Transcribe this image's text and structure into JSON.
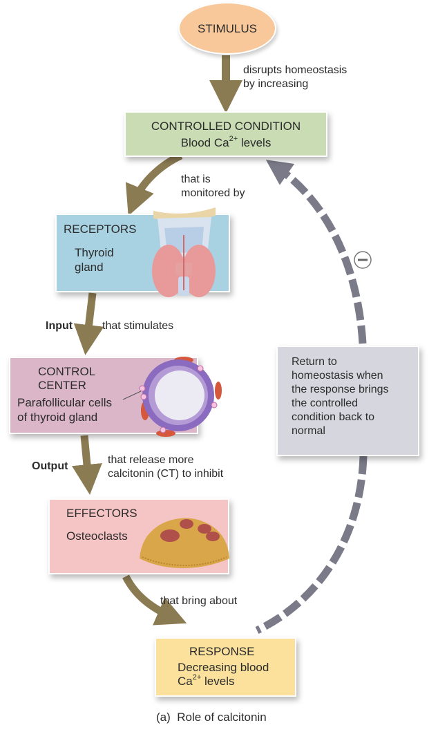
{
  "diagram": {
    "type": "negative-feedback-loop",
    "caption": "(a)  Role of calcitonin",
    "stimulus": {
      "label": "STIMULUS"
    },
    "stimulus_arrow_label": [
      "disrupts homeostasis",
      "by increasing"
    ],
    "controlled_condition": {
      "title": "CONTROLLED CONDITION",
      "detail_prefix": "Blood Ca",
      "detail_sup": "2+",
      "detail_suffix": " levels"
    },
    "monitor_label": [
      "that is",
      "monitored by"
    ],
    "receptors": {
      "title": "RECEPTORS",
      "detail": [
        "Thyroid",
        "gland"
      ],
      "illustration": "thyroid-gland"
    },
    "input_label": "Input",
    "input_text": "that stimulates",
    "control_center": {
      "title": [
        "CONTROL",
        "CENTER"
      ],
      "detail": [
        "Parafollicular cells",
        "of thyroid gland"
      ],
      "illustration": "thyroid-follicle"
    },
    "output_label": "Output",
    "output_text": [
      "that release more",
      "calcitonin (CT) to inhibit"
    ],
    "effectors": {
      "title": "EFFECTORS",
      "detail": "Osteoclasts",
      "illustration": "osteoclast"
    },
    "bring_label": "that bring about",
    "response": {
      "title": "RESPONSE",
      "detail_line1": "Decreasing blood",
      "detail_prefix": "Ca",
      "detail_sup": "2+",
      "detail_suffix": " levels"
    },
    "return_box": {
      "lines": [
        "Return to",
        "homeostasis when",
        "the response brings",
        "the controlled",
        "condition back to",
        "normal"
      ]
    },
    "feedback_sign": "−",
    "colors": {
      "stimulus": "#f8c89a",
      "controlled_condition": "#c9dcb4",
      "receptors": "#a8d2e2",
      "control_center": "#dbb6c8",
      "effectors": "#f5c4c4",
      "response": "#fbe19c",
      "return_box": "#d6d6de",
      "arrow": "#8b7b52",
      "feedback_arrow": "#7a7a88"
    }
  }
}
